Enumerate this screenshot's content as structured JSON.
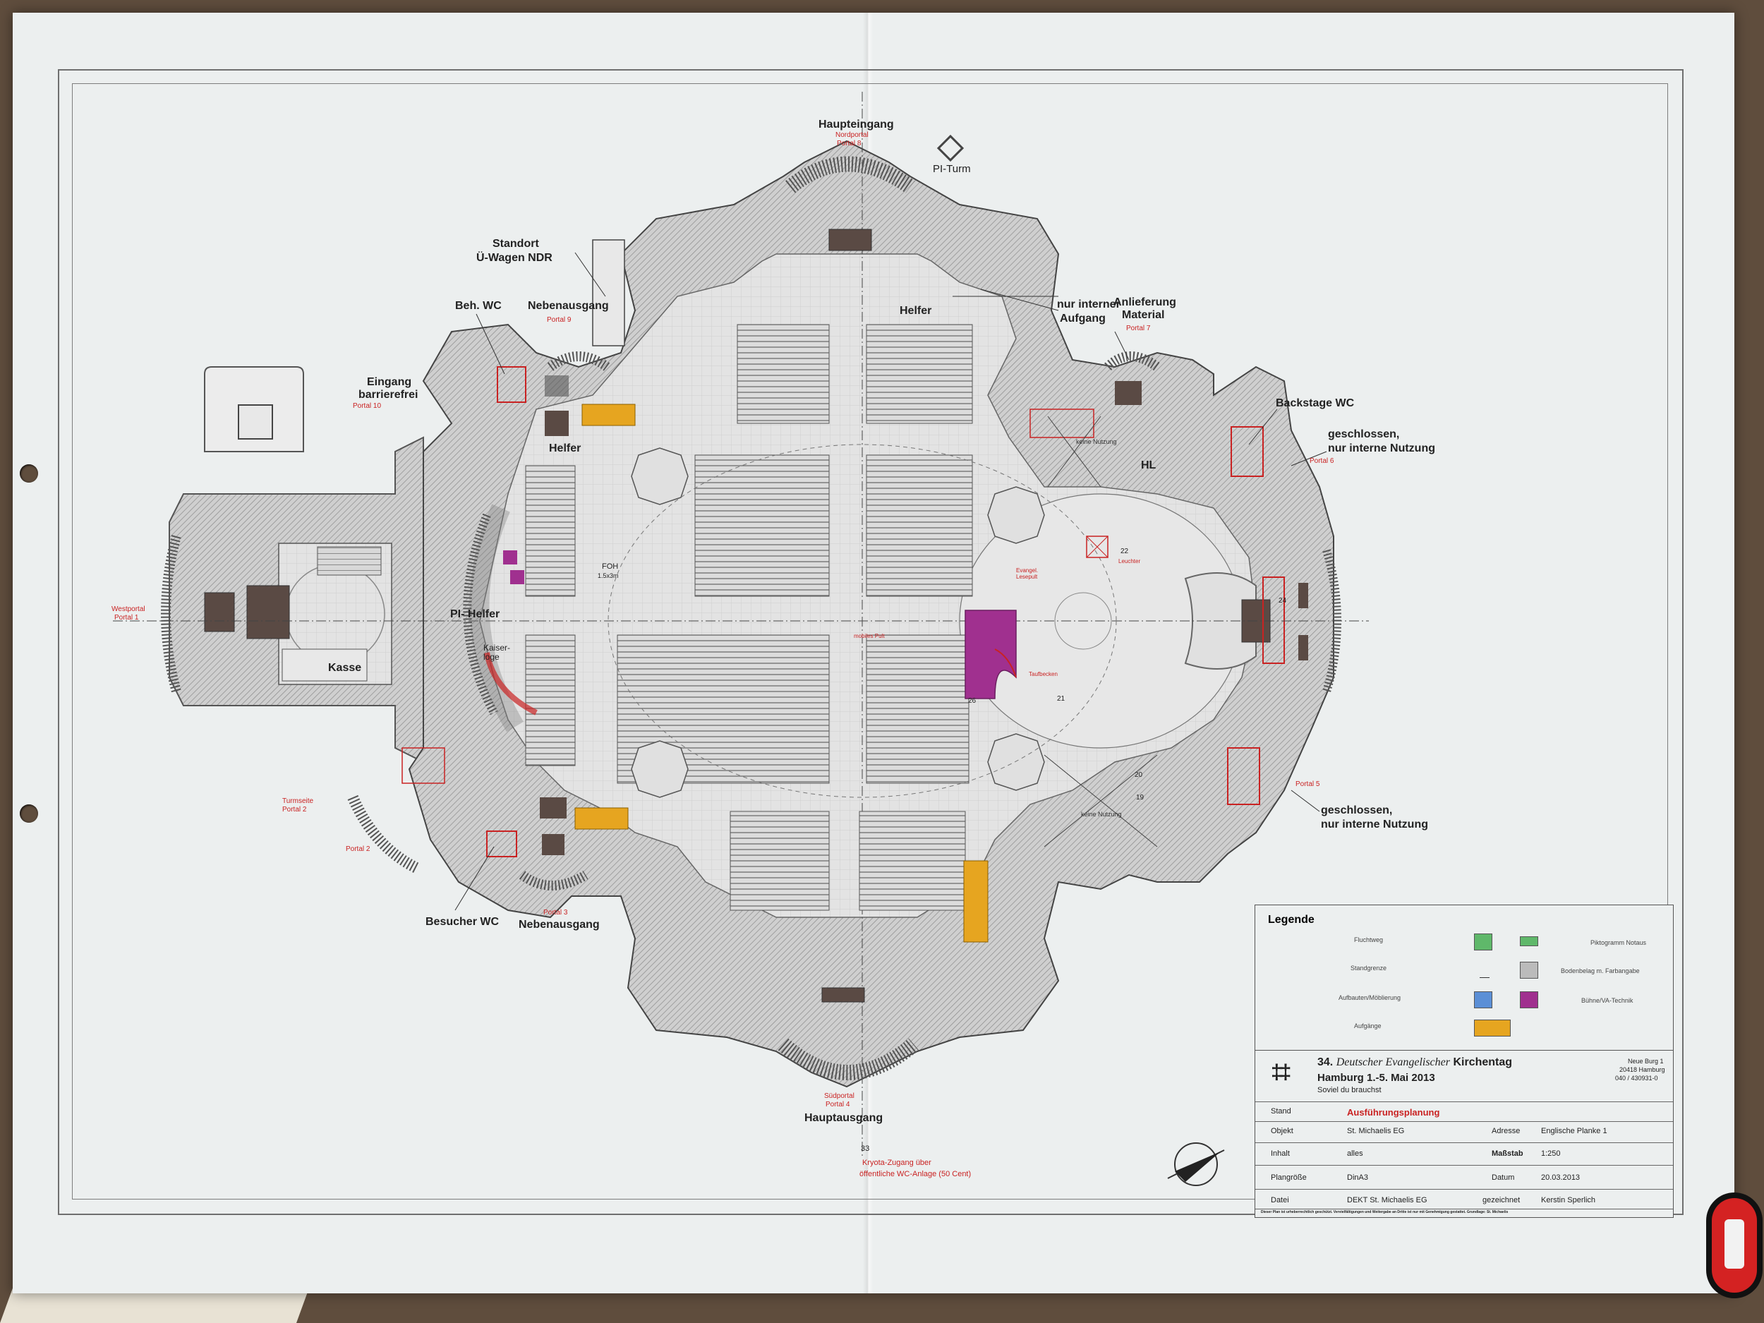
{
  "labels": {
    "haupteingang": "Haupteingang",
    "nordportal": "Nordportal",
    "portal8": "Portal 8",
    "pi_turm": "PI-Turm",
    "standort": "Standort",
    "u_wagen": "Ü-Wagen NDR",
    "beh_wc": "Beh. WC",
    "nebenausgang_top": "Nebenausgang",
    "portal9": "Portal 9",
    "eingang": "Eingang",
    "barrierefrei": "barrierefrei",
    "portal10": "Portal 10",
    "helfer_top": "Helfer",
    "helfer_left": "Helfer",
    "pi_helfer": "PI- Helfer",
    "nur_interner": "nur interner",
    "aufgang": "Aufgang",
    "anlieferung": "Anlieferung",
    "material": "Material",
    "portal7": "Portal 7",
    "backstage_wc": "Backstage WC",
    "geschlossen_1": "geschlossen,",
    "nur_interne_1": "nur interne Nutzung",
    "portal6": "Portal 6",
    "keine_nutzung_1": "keine Nutzung",
    "hl": "HL",
    "foh": "FOH",
    "foh_size": "1.5x3m",
    "kasse": "Kasse",
    "kaiserloge": "Kaiser-loge",
    "westportal": "Westportal",
    "portal1": "Portal 1",
    "turmseite": "Turmseite",
    "portal2_a": "Portal 2",
    "portal2_b": "Portal 2",
    "besucher_wc": "Besucher WC",
    "portal3": "Portal 3",
    "nebenausgang_bottom": "Nebenausgang",
    "suedportal": "Südportal",
    "portal4": "Portal 4",
    "hauptausgang": "Hauptausgang",
    "kryota": "Kryota-Zugang über",
    "wc_anlage": "öffentliche WC-Anlage (50 Cent)",
    "n33": "33",
    "keine_nutzung_2": "keine Nutzung",
    "portal5": "Portal 5",
    "geschlossen_2": "geschlossen,",
    "nur_interne_2": "nur interne Nutzung",
    "n19": "19",
    "n20": "20",
    "n21": "21",
    "n22": "22",
    "n24": "24",
    "n26": "26",
    "leuchter": "Leuchter",
    "taufbecken": "Taufbecken",
    "evangelium": "Evangel. Lesepult",
    "mobiles_pult": "mobiles Pult"
  },
  "legend": {
    "title": "Legende",
    "items": [
      {
        "label": "Fluchtweg",
        "color": "#5fb86a"
      },
      {
        "label": "Piktogramm Notaus",
        "color": "#5fb86a"
      },
      {
        "label": "Standgrenze",
        "color": "#333333"
      },
      {
        "label": "Bodenbelag m. Farbangabe",
        "color": "#bbbbbb"
      },
      {
        "label": "Aufbauten/Möblierung",
        "color": "#5b8fd6"
      },
      {
        "label": "Bühne/VA-Technik",
        "color": "#a0308f"
      },
      {
        "label": "Aufgänge",
        "color": "#e6a520"
      }
    ]
  },
  "titleblock": {
    "num": "34.",
    "name_a": "Deutscher Evangelischer",
    "name_b": "Kirchentag",
    "place": "Hamburg 1.-5. Mai 2013",
    "motto": "Soviel du brauchst",
    "addr1": "Neue Burg 1",
    "addr2": "20418 Hamburg",
    "addr3": "040 / 430931-0",
    "stand_k": "Stand",
    "stand_v": "Ausführungsplanung",
    "objekt_k": "Objekt",
    "objekt_v": "St. Michaelis EG",
    "adresse_k": "Adresse",
    "adresse_v": "Englische Planke 1",
    "inhalt_k": "Inhalt",
    "inhalt_v": "alles",
    "massstab_k": "Maßstab",
    "massstab_v": "1:250",
    "plangroesse_k": "Plangröße",
    "plangroesse_v": "DinA3",
    "datum_k": "Datum",
    "datum_v": "20.03.2013",
    "datei_k": "Datei",
    "datei_v": "DEKT St. Michaelis EG",
    "gezeichnet_k": "gezeichnet",
    "gezeichnet_v": "Kerstin Sperlich",
    "footer": "Dieser Plan ist urheberrechtlich geschützt. Vervielfältigungen und Weitergabe an Dritte ist nur mit Genehmigung gestattet. Grundlage: St. Michaelis"
  },
  "colors": {
    "stage": "#a0308f",
    "stairs": "#e6a520",
    "red_marks": "#c92222",
    "walls": "#9a9a9a"
  }
}
